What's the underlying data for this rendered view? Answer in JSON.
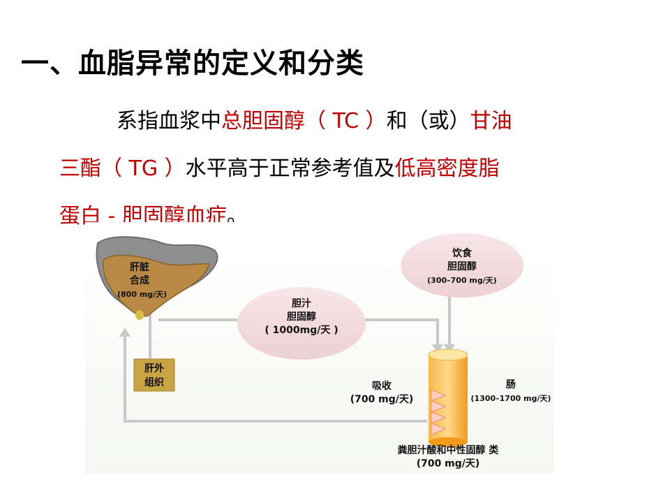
{
  "title": "一、血脂异常的定义和分类",
  "definition": {
    "t1": "系指血浆中",
    "t2": "总胆固醇（ TC ）",
    "t3": "和（或）",
    "t4": "甘油",
    "t5": "三酯（ TG ）",
    "t6": "水平高于正常参考值及",
    "t7": "低高密度脂",
    "t8": "蛋白 - 胆固醇血症",
    "t9": "。"
  },
  "diagram": {
    "liver": {
      "name": "肝脏",
      "action": "合成",
      "amount": "(800 mg/天)"
    },
    "bile": {
      "line1": "胆汁",
      "line2": "胆固醇",
      "amount": "( 1000mg/天 )"
    },
    "diet": {
      "line1": "饮食",
      "line2": "胆固醇",
      "amount": "(300–700 mg/天)"
    },
    "extrahepatic": {
      "line1": "肝外",
      "line2": "组织"
    },
    "absorb": {
      "label": "吸收",
      "amount": "(700 mg/天)"
    },
    "intestine": {
      "label": "肠",
      "amount": "(1300–1700 mg/天)"
    },
    "feces": {
      "label": "粪胆汁酸和中性固醇 类",
      "amount": "(700 mg/天)"
    }
  },
  "colors": {
    "accent_red": "#c00000",
    "liver": "#b98a45",
    "oval": "#f3dde0",
    "arrow": "#c8c8c8",
    "tissue_box": "#c9a445",
    "intestine": "#f5a623"
  }
}
